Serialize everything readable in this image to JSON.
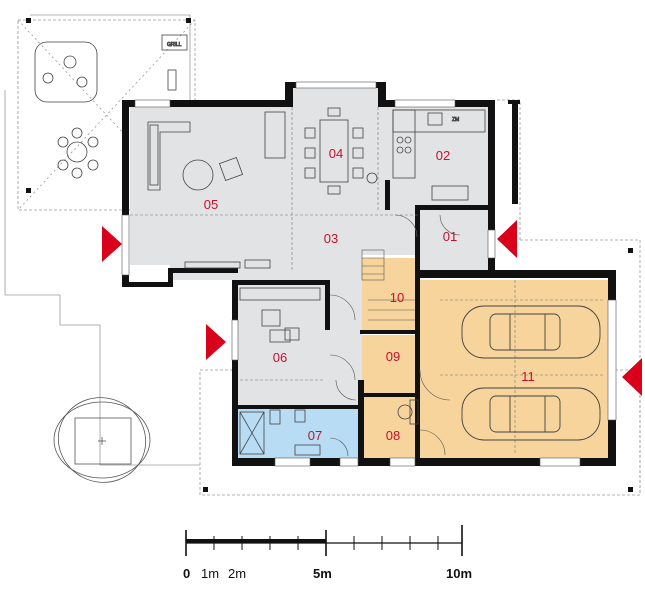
{
  "rooms": [
    {
      "id": "01",
      "label": "01"
    },
    {
      "id": "02",
      "label": "02"
    },
    {
      "id": "03",
      "label": "03"
    },
    {
      "id": "04",
      "label": "04"
    },
    {
      "id": "05",
      "label": "05"
    },
    {
      "id": "06",
      "label": "06"
    },
    {
      "id": "07",
      "label": "07"
    },
    {
      "id": "08",
      "label": "08"
    },
    {
      "id": "09",
      "label": "09"
    },
    {
      "id": "10",
      "label": "10"
    },
    {
      "id": "11",
      "label": "11"
    }
  ],
  "annotations": {
    "grill": "GRILL",
    "zm": "ZM"
  },
  "scale": {
    "zero": "0",
    "one": "1m",
    "two": "2m",
    "five": "5m",
    "ten": "10m"
  },
  "colors": {
    "wall": "#111111",
    "floor_living": "#e1e3e4",
    "floor_garage": "#f7d49c",
    "floor_bath": "#b7dcf4",
    "entrance_arrow": "#d9001b",
    "room_label": "#c8102e"
  }
}
